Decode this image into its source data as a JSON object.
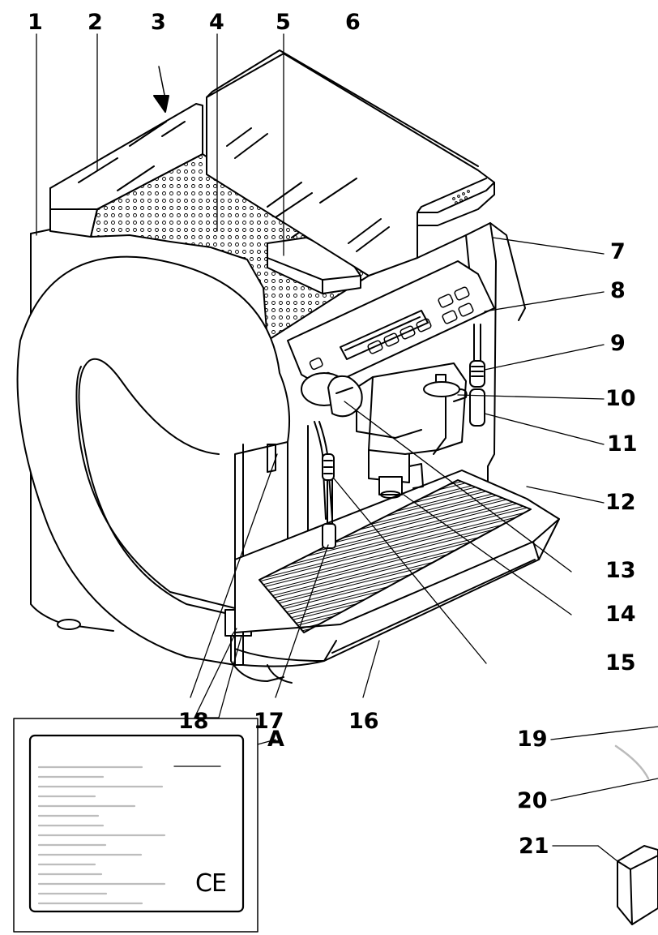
{
  "callouts": [
    "1",
    "2",
    "3",
    "4",
    "5",
    "6",
    "7",
    "8",
    "9",
    "10",
    "11",
    "12",
    "13",
    "14",
    "15",
    "16",
    "17",
    "18",
    "19",
    "20",
    "21",
    "A"
  ],
  "plate_mark": "CE",
  "colors": {
    "line": "#000000",
    "text_lines": "#bdbdbd",
    "paper": "#ffffff",
    "hatch": "#555555"
  }
}
